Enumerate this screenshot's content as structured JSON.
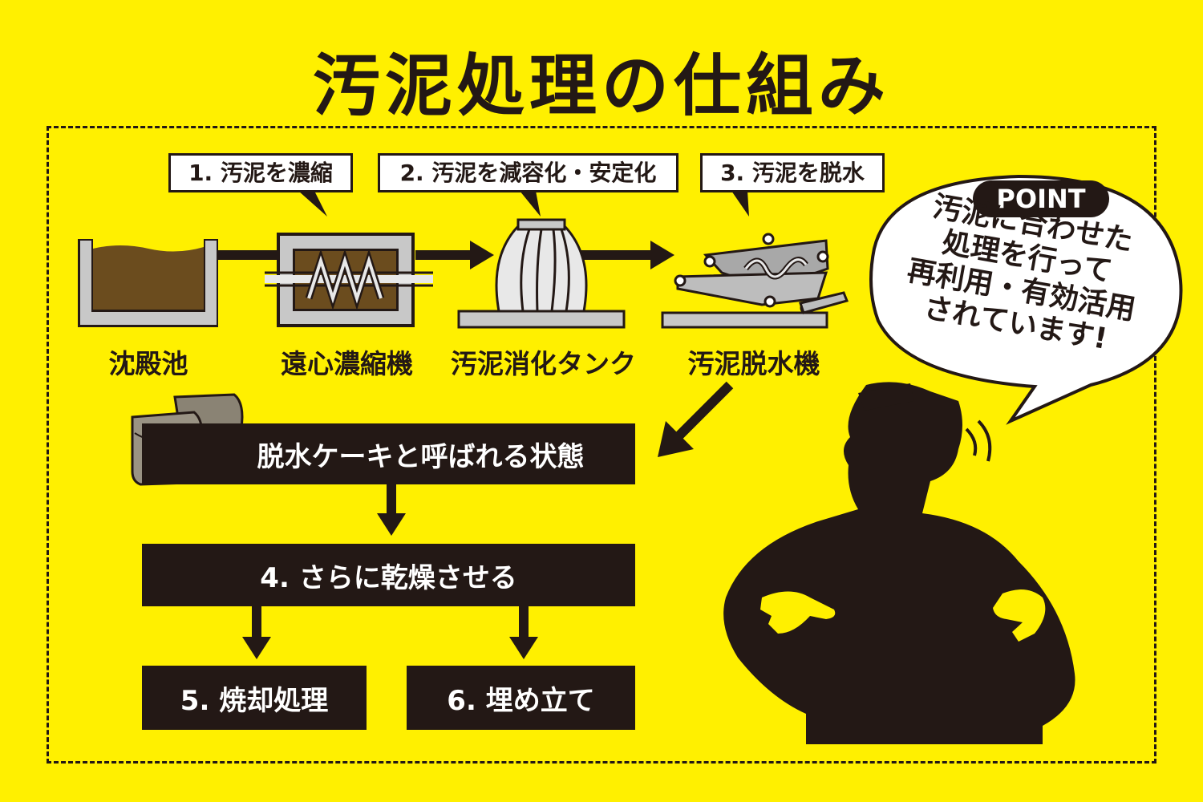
{
  "title": "汚泥処理の仕組み",
  "steps": {
    "step1": "1. 汚泥を濃縮",
    "step2": "2. 汚泥を減容化・安定化",
    "step3": "3. 汚泥を脱水"
  },
  "facilities": [
    "沈殿池",
    "遠心濃縮機",
    "汚泥消化タンク",
    "汚泥脱水機"
  ],
  "flow": {
    "cake": "脱水ケーキと呼ばれる状態",
    "dry": "4. さらに乾燥させる",
    "incinerate": "5. 焼却処理",
    "landfill": "6. 埋め立て"
  },
  "point": {
    "tag": "POINT",
    "lines": [
      "汚泥に合わせた",
      "処理を行って",
      "再利用・有効活用",
      "されています!"
    ]
  },
  "colors": {
    "background": "#fff000",
    "ink": "#231815",
    "sludge": "#6b4c1e",
    "metal": "#c8c8c8",
    "cake": "#8a8374"
  }
}
